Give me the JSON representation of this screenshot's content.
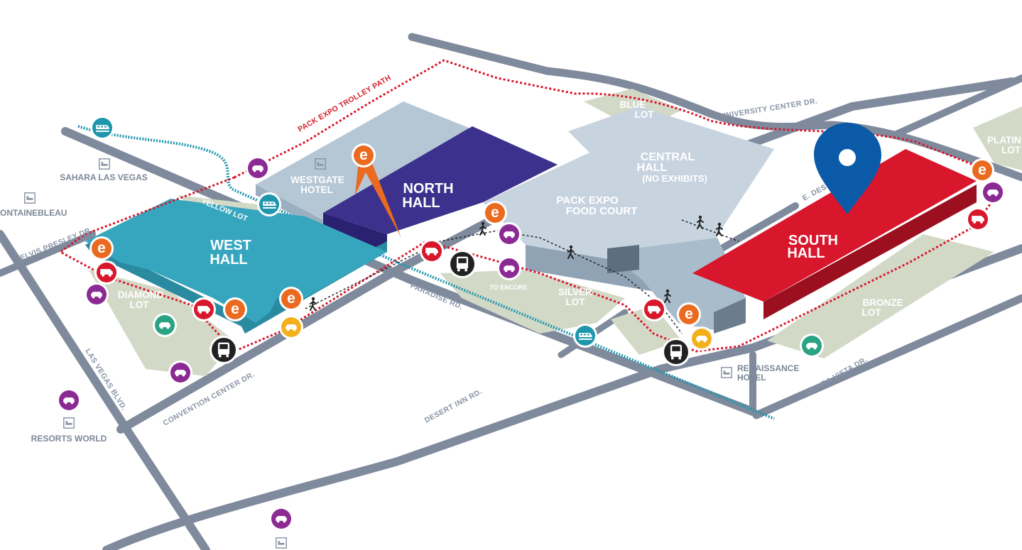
{
  "halls": {
    "west": {
      "line1": "WEST",
      "line2": "HALL"
    },
    "north": {
      "line1": "NORTH",
      "line2": "HALL"
    },
    "central": {
      "line1": "CENTRAL",
      "line2": "HALL",
      "line3": "(NO EXHIBITS)"
    },
    "south": {
      "line1": "SOUTH",
      "line2": "HALL"
    }
  },
  "buildings": {
    "westgate": {
      "line1": "WESTGATE",
      "line2": "HOTEL"
    },
    "food_court": {
      "line1": "PACK EXPO",
      "line2": "FOOD COURT"
    }
  },
  "lots": {
    "blue": {
      "line1": "BLUE",
      "line2": "LOT"
    },
    "silver": {
      "line1": "SILVER",
      "line2": "LOT"
    },
    "diamond": {
      "line1": "DIAMOND",
      "line2": "LOT"
    },
    "bronze": {
      "line1": "BRONZE",
      "line2": "LOT"
    },
    "platinum": {
      "line1": "PLATIN",
      "line2": "LOT"
    },
    "yellow": "YELLOW LOT"
  },
  "roads": {
    "university": "UNIVERSITY CENTER DR.",
    "paradise": "PARADISE RD.",
    "convention": "CONVENTION CENTER DR.",
    "desert_inn": "DESERT INN RD.",
    "sierra_vista": "SIERRA VISTA DR.",
    "las_vegas_blvd": "LAS VEGAS BLVD.",
    "elvis_presley": "ELVIS PRESLEY DR.",
    "e_desert": "E. DES"
  },
  "pois": {
    "sahara": "SAHARA LAS VEGAS",
    "fontainebleau": "ONTAINEBLEAU",
    "resorts_world": "RESORTS WORLD",
    "renaissance": {
      "line1": "RENAISSANCE",
      "line2": "HOTEL"
    }
  },
  "misc": {
    "trolley_path": "PACK EXPO TROLLEY PATH",
    "to_encore": "TO ENCORE",
    "entrance_letter": "e"
  },
  "colors": {
    "west_hall": "#36a6be",
    "north_hall": "#3c318c",
    "south_hall": "#d8162c",
    "central_hall": "#c7d4e0",
    "road": "#7f8a9c",
    "lot": "#d3d9c7",
    "entrance": "#ea6a1f",
    "rideshare": "#d8162c",
    "parking": "#8c2a93",
    "shuttle": "#222222",
    "taxi": "#f4b01b",
    "monorail": "#1e96ad",
    "accessible_parking": "#2aa383",
    "pin": "#0b5aa8",
    "trolley_route": "#d8162c"
  },
  "icons": {
    "entrance": "letter-e-icon",
    "rideshare": "van-icon",
    "parking": "car-icon",
    "shuttle": "bus-icon",
    "taxi": "taxi-icon",
    "monorail": "monorail-icon",
    "accessible": "car-icon",
    "hotel": "bed-icon",
    "walking": "walking-person-icon",
    "location": "map-pin-icon"
  }
}
